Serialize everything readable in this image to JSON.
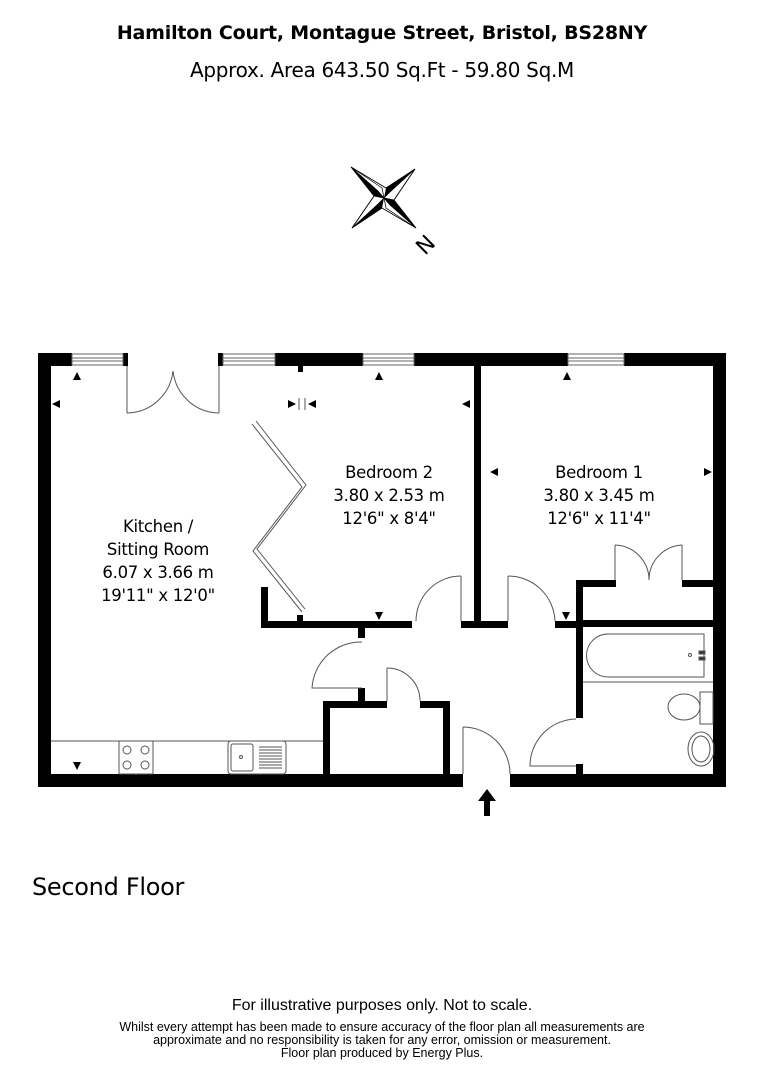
{
  "header": {
    "title": "Hamilton Court, Montague Street, Bristol, BS28NY",
    "area": "Approx. Area 643.50 Sq.Ft - 59.80 Sq.M"
  },
  "compass": {
    "icon": "compass-rose-icon",
    "north_label": "N"
  },
  "rooms": [
    {
      "name_line1": "Kitchen /",
      "name_line2": "Sitting Room",
      "metric": "6.07 x 3.66 m",
      "imperial": "19'11\" x 12'0\""
    },
    {
      "name_line1": "Bedroom 2",
      "metric": "3.80 x 2.53 m",
      "imperial": "12'6\" x 8'4\""
    },
    {
      "name_line1": "Bedroom 1",
      "metric": "3.80 x 3.45 m",
      "imperial": "12'6\" x 11'4\""
    }
  ],
  "floor": {
    "label": "Second Floor"
  },
  "entrance": {
    "icon": "entrance-arrow-icon"
  },
  "footer": {
    "disclaimer_main": "For illustrative purposes only. Not to scale.",
    "disclaimer_line1": "Whilst every attempt has been made to ensure accuracy of the floor plan all measurements are",
    "disclaimer_line2": "approximate and no responsibility is taken for any error, omission or measurement.",
    "disclaimer_line3": "Floor plan produced by Energy Plus."
  },
  "colors": {
    "wall": "#000000",
    "fixture_line": "#555555",
    "background": "#ffffff"
  }
}
